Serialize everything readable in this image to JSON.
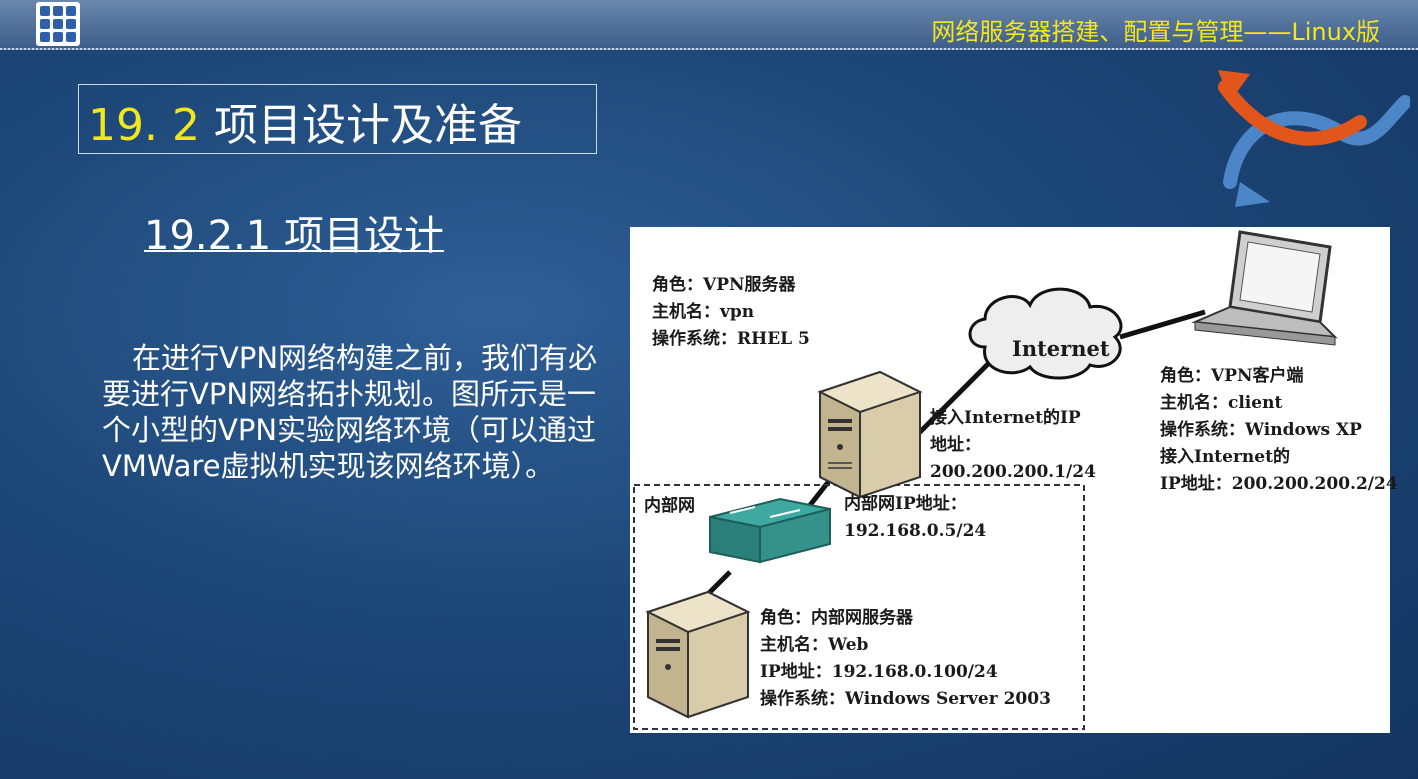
{
  "header": {
    "title": "网络服务器搭建、配置与管理——Linux版"
  },
  "section": {
    "number": "19. 2",
    "title": "项目设计及准备"
  },
  "subsection": {
    "title": "19.2.1  项目设计"
  },
  "body_text": "在进行VPN网络构建之前，我们有必要进行VPN网络拓扑规划。图所示是一个小型的VPN实验网络环境（可以通过VMWare虚拟机实现该网络环境）。",
  "diagram": {
    "vpn_server": {
      "role": "角色：VPN服务器",
      "hostname": "主机名：vpn",
      "os": "操作系统：RHEL 5"
    },
    "internet_label": "Internet",
    "internet_ip": {
      "line1": "接入Internet的IP",
      "line2": "地址：",
      "line3": "200.200.200.1/24"
    },
    "client": {
      "role": "角色：VPN客户端",
      "hostname": "主机名：client",
      "os": "操作系统：Windows XP",
      "line4": "接入Internet的",
      "ip": "IP地址：200.200.200.2/24"
    },
    "lan_label": "内部网",
    "lan_ip": {
      "line1": "内部网IP地址：",
      "line2": "192.168.0.5/24"
    },
    "web_server": {
      "role": "角色：内部网服务器",
      "hostname": "主机名：Web",
      "ip": "IP地址：192.168.0.100/24",
      "os": "操作系统：Windows Server 2003"
    }
  },
  "icons": [
    "grid-menu-icon",
    "swoosh-arrow-icon",
    "server-icon",
    "cloud-icon",
    "laptop-icon",
    "network-switch-icon"
  ],
  "colors": {
    "accent_yellow": "#f4e61c",
    "background": "#1d4778"
  }
}
